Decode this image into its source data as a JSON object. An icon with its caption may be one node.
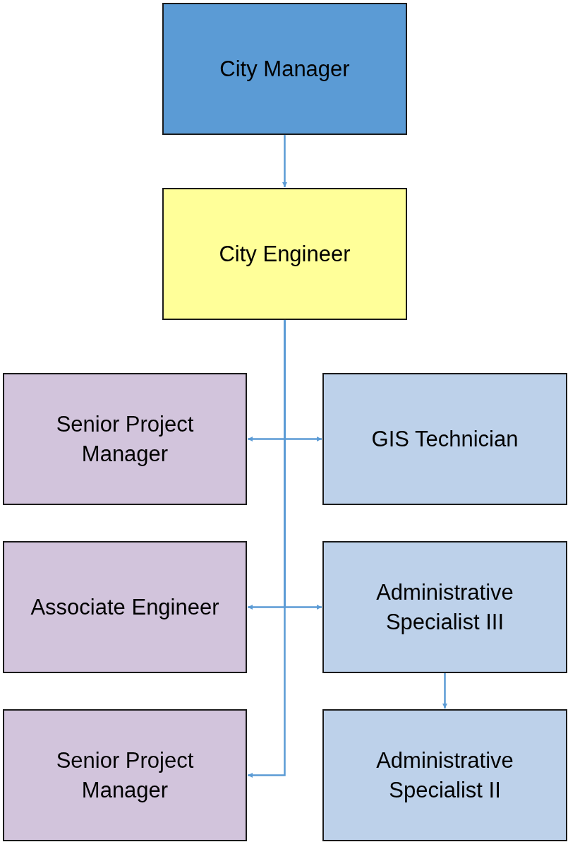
{
  "diagram": {
    "nodes": [
      {
        "text": [
          "City Manager"
        ]
      },
      {
        "text": [
          "City Engineer"
        ]
      },
      {
        "text": [
          "Senior Project Manager"
        ]
      },
      {
        "text": [
          "GIS Technician"
        ]
      },
      {
        "text": [
          "Associate Engineer"
        ]
      },
      {
        "text": [
          "Administrative Specialist III"
        ]
      },
      {
        "text": [
          "Senior Project Manager"
        ]
      },
      {
        "text": [
          "Administrative Specialist II"
        ]
      }
    ],
    "edges": [
      {
        "from": 0,
        "to": 1,
        "arrow": "to"
      },
      {
        "from": 1,
        "to": 2,
        "arrow": "to"
      },
      {
        "from": 1,
        "to": 3,
        "arrow": "to"
      },
      {
        "from": 1,
        "to": 4,
        "arrow": "to"
      },
      {
        "from": 1,
        "to": 5,
        "arrow": "to"
      },
      {
        "from": 1,
        "to": 6,
        "arrow": "to"
      },
      {
        "from": 5,
        "to": 7,
        "arrow": "to"
      }
    ]
  }
}
